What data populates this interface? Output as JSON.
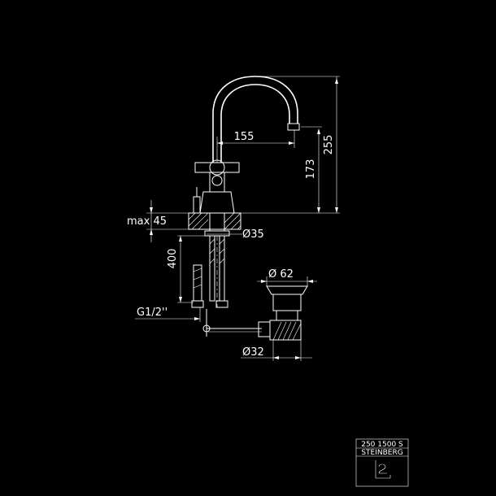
{
  "dimensions": {
    "spout_reach": "155",
    "height_to_spout": "173",
    "total_height": "255",
    "max_deck": "max 45",
    "hole_diameter": "Ø35",
    "hose_length": "400",
    "connection": "G1/2''",
    "waste_diameter": "Ø 62",
    "drain_diameter": "Ø32"
  },
  "title_block": {
    "product_code": "250 1500 S",
    "brand": "STEINBERG"
  },
  "colors": {
    "background": "#000000",
    "line": "#ffffff"
  }
}
